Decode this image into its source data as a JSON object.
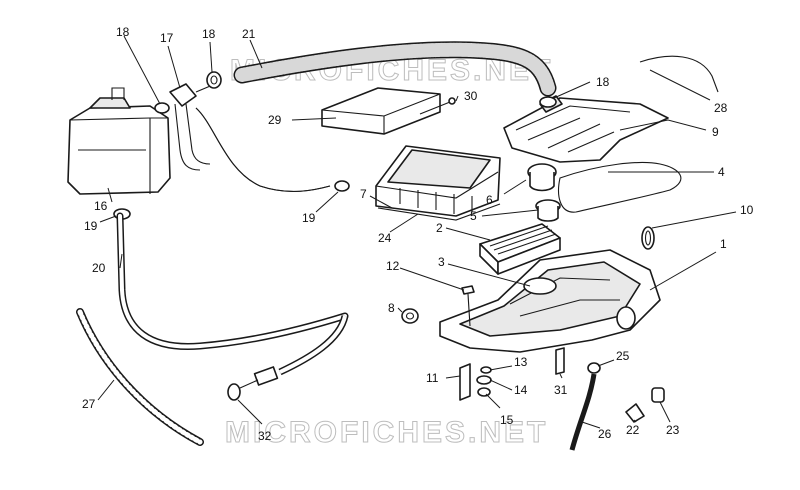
{
  "watermark": {
    "top": "MICROFICHES.NET",
    "bottom": "MICROFICHES.NET"
  },
  "callouts": {
    "c1": "1",
    "c2": "2",
    "c3": "3",
    "c4": "4",
    "c5": "5",
    "c6": "6",
    "c7": "7",
    "c8": "8",
    "c9": "9",
    "c10": "10",
    "c11": "11",
    "c12": "12",
    "c13": "13",
    "c14": "14",
    "c15": "15",
    "c16": "16",
    "c17": "17",
    "c18a": "18",
    "c18b": "18",
    "c18c": "18",
    "c19a": "19",
    "c19b": "19",
    "c20": "20",
    "c21": "21",
    "c22": "22",
    "c23": "23",
    "c24": "24",
    "c25": "25",
    "c26": "26",
    "c27": "27",
    "c28": "28",
    "c29": "29",
    "c30": "30",
    "c31": "31",
    "c32": "32"
  },
  "colors": {
    "line": "#1a1a1a",
    "watermark": "#bdbdbd",
    "background": "#ffffff"
  }
}
